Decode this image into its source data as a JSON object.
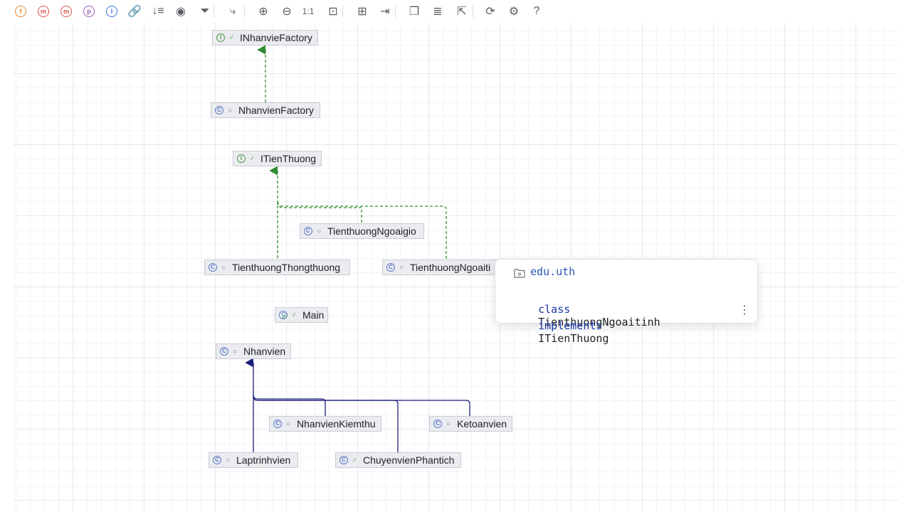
{
  "toolbar": {
    "buttons": [
      {
        "name": "fields-filter-button",
        "glyph": "f",
        "color": "#e8852b"
      },
      {
        "name": "constructors-filter-button",
        "glyph": "m",
        "color": "#d9534f"
      },
      {
        "name": "methods-filter-button",
        "glyph": "m",
        "color": "#d9534f"
      },
      {
        "name": "properties-filter-button",
        "glyph": "p",
        "color": "#9b59b6"
      },
      {
        "name": "inner-classes-filter-button",
        "glyph": "I",
        "color": "#3b73d6"
      },
      {
        "name": "dependencies-button",
        "glyph": "🔗"
      },
      {
        "name": "sort-button",
        "glyph": "↓≡"
      },
      {
        "name": "visibility-button",
        "glyph": "◉"
      },
      {
        "name": "filter-button",
        "glyph": "⏷"
      },
      {
        "name": "edge-routing-button",
        "glyph": "⤷"
      },
      {
        "name": "zoom-in-button",
        "glyph": "⊕"
      },
      {
        "name": "zoom-out-button",
        "glyph": "⊖"
      },
      {
        "name": "actual-size-button",
        "glyph": "1:1"
      },
      {
        "name": "fit-content-button",
        "glyph": "⊡"
      },
      {
        "name": "layout-button",
        "glyph": "⊞"
      },
      {
        "name": "apply-layout-button",
        "glyph": "⇥"
      },
      {
        "name": "copy-diagram-button",
        "glyph": "❐"
      },
      {
        "name": "show-structure-button",
        "glyph": "≣"
      },
      {
        "name": "export-button",
        "glyph": "⇱"
      },
      {
        "name": "refresh-button",
        "glyph": "⟳"
      },
      {
        "name": "settings-button",
        "glyph": "⚙"
      },
      {
        "name": "help-button",
        "glyph": "?"
      }
    ]
  },
  "nodes": {
    "inhanvie_factory": "INhanvieFactory",
    "nhanvien_factory": "NhanvienFactory",
    "itienthuong": "ITienThuong",
    "tienthuong_ngoaigio": "TienthuongNgoaigio",
    "tienthuong_thongthuong": "TienthuongThongthuong",
    "tienthuong_ngoaitinh": "TienthuongNgoaiti",
    "main": "Main",
    "nhanvien": "Nhanvien",
    "nhanvien_kiemthu": "NhanvienKiemthu",
    "ketoanvien": "Ketoanvien",
    "laptrinhvien": "Laptrinhvien",
    "chuyenvien_phantich": "ChuyenvienPhantich"
  },
  "icons": {
    "class": "C",
    "interface": "I",
    "public_modifier": "♂",
    "package_modifier": "○"
  },
  "colors": {
    "implements_edge": "#2e8b2e",
    "extends_edge": "#1b1f7a"
  },
  "popup": {
    "package": "edu.uth",
    "keyword_class": "class",
    "class_name": "TienthuongNgoaitinh",
    "keyword_implements": "implements",
    "interface_name": "ITienThuong",
    "more": "⋮"
  }
}
